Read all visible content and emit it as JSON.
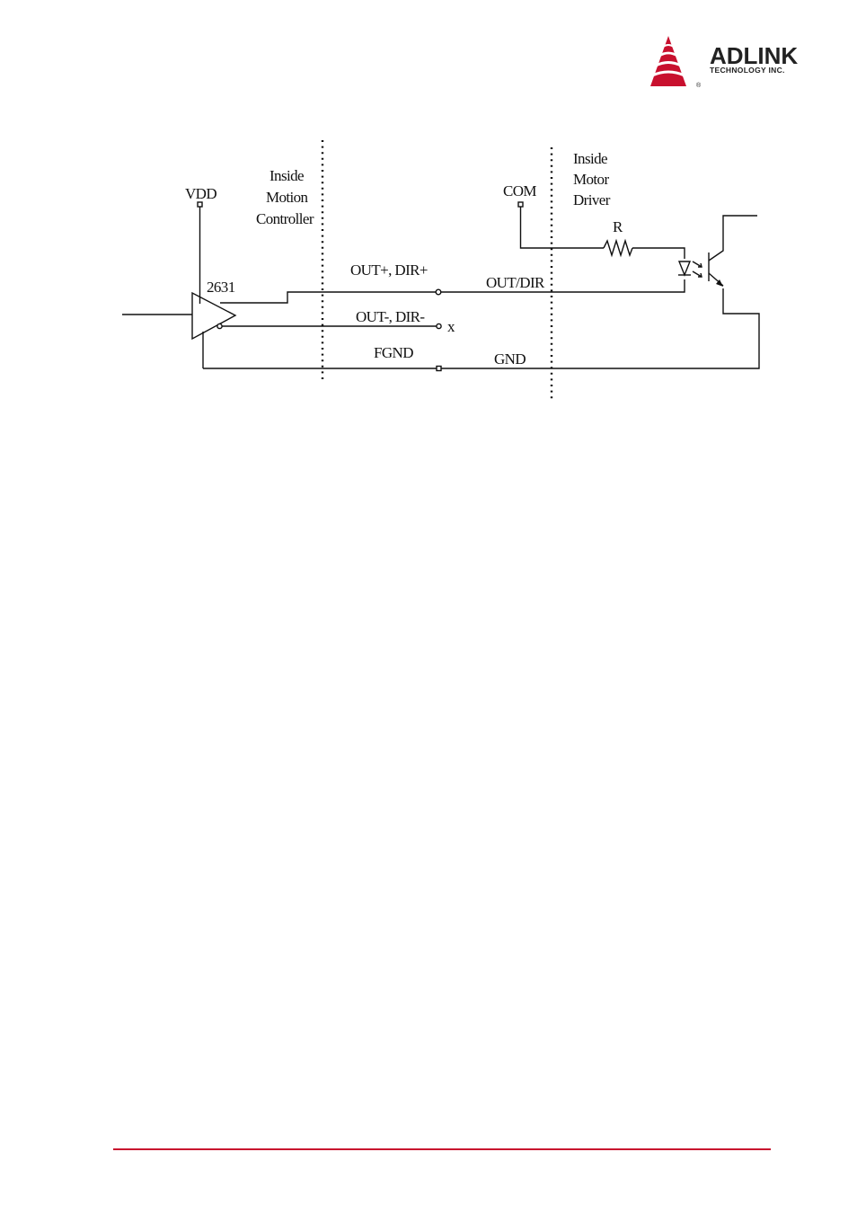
{
  "logo": {
    "brand": "ADLINK",
    "tagline": "TECHNOLOGY INC.",
    "registered": "®",
    "brand_color": "#c8102e"
  },
  "diagram": {
    "labels": {
      "vdd": "VDD",
      "chip": "2631",
      "controller_line1": "Inside",
      "controller_line2": "Motion",
      "controller_line3": "Controller",
      "driver_line1": "Inside",
      "driver_line2": "Motor",
      "driver_line3": "Driver",
      "com": "COM",
      "resistor": "R",
      "out_dir_plus": "OUT+, DIR+",
      "out_dir_minus": "OUT-, DIR-",
      "nc_mark": "x",
      "out_dir": "OUT/DIR",
      "fgnd": "FGND",
      "gnd": "GND"
    }
  },
  "footer": {
    "rule_color": "#c8102e"
  }
}
